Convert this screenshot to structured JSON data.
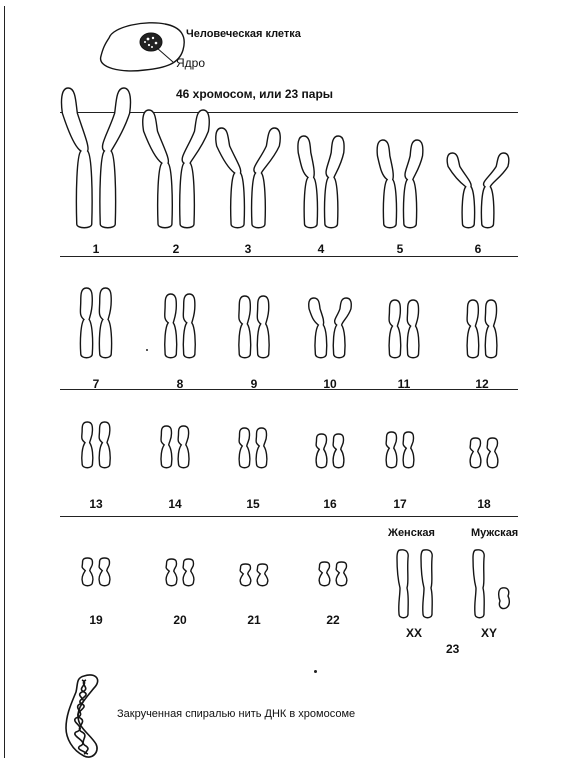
{
  "header": {
    "cell_title": "Человеческая клетка",
    "nucleus_label": "Ядро",
    "summary": "46 хромосом, или 23 пары"
  },
  "pairs": [
    {
      "num": "1",
      "len": 140,
      "bend": "strong"
    },
    {
      "num": "2",
      "len": 118,
      "bend": "strong"
    },
    {
      "num": "3",
      "len": 100,
      "bend": "strong"
    },
    {
      "num": "4",
      "len": 92,
      "bend": "mild"
    },
    {
      "num": "5",
      "len": 88,
      "bend": "mild"
    },
    {
      "num": "6",
      "len": 75,
      "bend": "strong"
    },
    {
      "num": "7",
      "len": 70,
      "bend": "none"
    },
    {
      "num": "8",
      "len": 64,
      "bend": "none"
    },
    {
      "num": "9",
      "len": 62,
      "bend": "none"
    },
    {
      "num": "10",
      "len": 60,
      "bend": "mild"
    },
    {
      "num": "11",
      "len": 58,
      "bend": "none"
    },
    {
      "num": "12",
      "len": 58,
      "bend": "none"
    },
    {
      "num": "13",
      "len": 46,
      "bend": "none"
    },
    {
      "num": "14",
      "len": 42,
      "bend": "none"
    },
    {
      "num": "15",
      "len": 40,
      "bend": "none"
    },
    {
      "num": "16",
      "len": 34,
      "bend": "none"
    },
    {
      "num": "17",
      "len": 36,
      "bend": "none"
    },
    {
      "num": "18",
      "len": 30,
      "bend": "none"
    },
    {
      "num": "19",
      "len": 28,
      "bend": "none"
    },
    {
      "num": "20",
      "len": 27,
      "bend": "none"
    },
    {
      "num": "21",
      "len": 22,
      "bend": "none"
    },
    {
      "num": "22",
      "len": 24,
      "bend": "none"
    }
  ],
  "sex_chromosomes": {
    "female_label": "Женская",
    "male_label": "Мужская",
    "female_pair": "XX",
    "male_pair": "XY",
    "pair_number": "23"
  },
  "dna_caption": "Закрученная спиралью нить ДНК в хромосоме"
}
